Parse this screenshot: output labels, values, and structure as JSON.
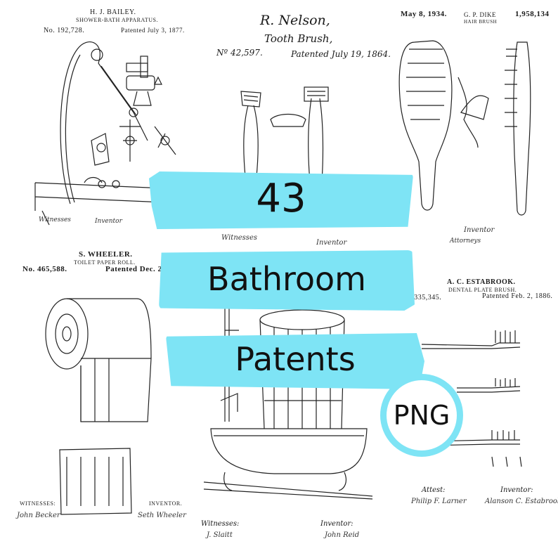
{
  "colors": {
    "accent": "#7ee4f5",
    "ink": "#1a1a1a",
    "background": "#ffffff"
  },
  "title": {
    "line1": "43",
    "line2": "Bathroom",
    "line3": "Patents"
  },
  "badge": {
    "label": "PNG"
  },
  "patents": {
    "shower": {
      "inventor": "H. J. BAILEY.",
      "subtitle": "SHOWER-BATH APPARATUS.",
      "number": "No. 192,728.",
      "date": "Patented July 3, 1877."
    },
    "toothbrush_nelson": {
      "inventor": "R. Nelson,",
      "subtitle": "Tooth Brush,",
      "number": "Nº 42,597.",
      "date": "Patented July 19, 1864."
    },
    "hairbrush": {
      "date_left": "May 8, 1934.",
      "inventor": "G. P. DIKE",
      "subtitle": "HAIR BRUSH",
      "number": "1,958,134"
    },
    "toilet_paper": {
      "inventor": "S. WHEELER.",
      "subtitle": "TOILET PAPER ROLL.",
      "number": "No. 465,588.",
      "date": "Patented Dec. 22, 1891."
    },
    "dental_brush": {
      "inventor": "A. C. ESTABROOK.",
      "subtitle": "DENTAL PLATE BRUSH.",
      "number": "No. 335,345.",
      "date": "Patented Feb. 2, 1886."
    },
    "bathtub": {
      "inventor_label": "Inventor:",
      "witness_label": "Witnesses:",
      "inventor_sig": "John Reid",
      "witness_sig": "J. Slaitt"
    },
    "toilet_labels": {
      "witnesses": "WITNESSES:",
      "inventor": "INVENTOR."
    },
    "dental_labels": {
      "attest": "Attest:",
      "inventor": "Inventor:"
    }
  }
}
